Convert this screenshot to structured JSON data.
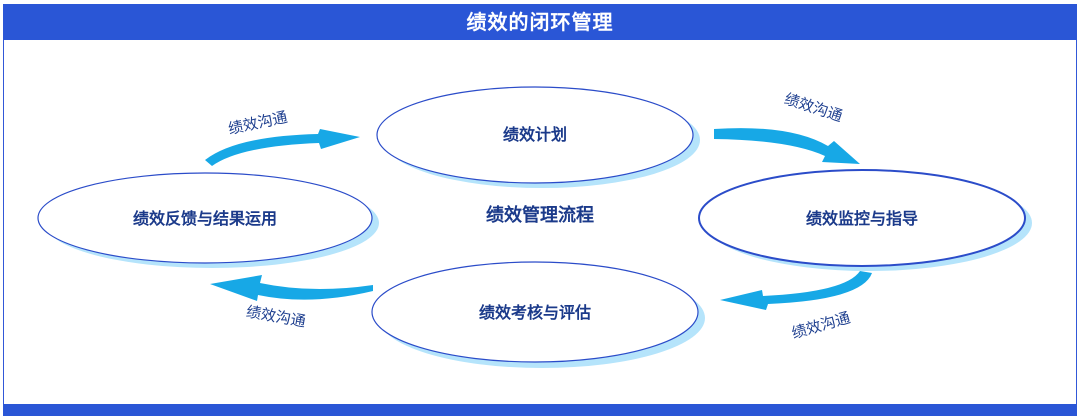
{
  "header": {
    "title": "绩效的闭环管理"
  },
  "center": {
    "label": "绩效管理流程"
  },
  "nodes": {
    "plan": "绩效计划",
    "monitor": "绩效监控与指导",
    "assess": "绩效考核与评估",
    "feedback": "绩效反馈与结果运用"
  },
  "arrows": {
    "top_left": "绩效沟通",
    "top_right": "绩效沟通",
    "bottom_right": "绩效沟通",
    "bottom_left": "绩效沟通"
  },
  "colors": {
    "header_bg": "#2a56d6",
    "ellipse_stroke": "#2b4cc9",
    "ellipse_shadow": "#b5e4fb",
    "arrow": "#17a8e6",
    "text": "#1b3a8a"
  }
}
